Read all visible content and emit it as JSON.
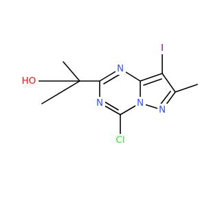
{
  "structure": {
    "atoms": {
      "oh": {
        "label": "HO",
        "color": "#ff0d0d"
      },
      "n_top": {
        "label": "N",
        "color": "#3050f8"
      },
      "n_bottom": {
        "label": "N",
        "color": "#3050f8"
      },
      "n_bridge": {
        "label": "N",
        "color": "#3050f8"
      },
      "n_pyrazole": {
        "label": "N",
        "color": "#3050f8"
      },
      "iodine": {
        "label": "I",
        "color": "#940094"
      },
      "chlorine": {
        "label": "Cl",
        "color": "#1ff01f"
      }
    }
  }
}
